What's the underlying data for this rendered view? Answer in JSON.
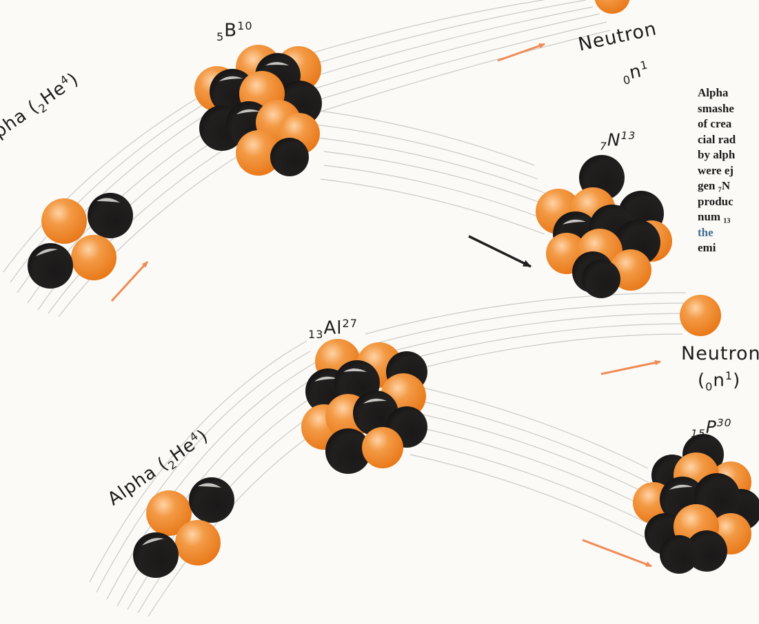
{
  "labels": {
    "boron": {
      "sub": "5",
      "sym": "B",
      "sup": "10"
    },
    "neutron_top": {
      "name": "Neutron",
      "sub": "0",
      "sym": "n",
      "sup": "1"
    },
    "alpha_top": {
      "text": "Alpha (",
      "sub": "2",
      "sym": "He",
      "sup": "4",
      "close": ")"
    },
    "nitrogen": {
      "sub": "7",
      "sym": "N",
      "sup": "13"
    },
    "aluminum": {
      "sub": "13",
      "sym": "Al",
      "sup": "27"
    },
    "neutron_bottom": {
      "name": "Neutron",
      "open": "(",
      "sub": "0",
      "sym": "n",
      "sup": "1",
      "close": ")"
    },
    "alpha_bottom": {
      "text": "Alpha (",
      "sub": "2",
      "sym": "He",
      "sup": "4",
      "close": ")"
    },
    "phosphorus": {
      "sub": "15",
      "sym": "P",
      "sup": "30"
    }
  },
  "caption_lines": [
    {
      "text": "Alpha"
    },
    {
      "text": "smashe"
    },
    {
      "text": "of crea"
    },
    {
      "text": "cial rad"
    },
    {
      "text": "by alph"
    },
    {
      "text": "were ej"
    },
    {
      "text": "gen ₇N"
    },
    {
      "text": "produc"
    },
    {
      "text": "num ₁₃"
    },
    {
      "text": "the emi",
      "accent": "the"
    }
  ],
  "colors": {
    "proton": "#f08a2a",
    "proton_highlight": "#ffc590",
    "neutron": "#1c1a1a",
    "neutron_highlight": "#f0ede8",
    "arrow_orange": "#ef8a55",
    "arrow_dark": "#1e1e1e",
    "streak": "#b8b8b8"
  }
}
